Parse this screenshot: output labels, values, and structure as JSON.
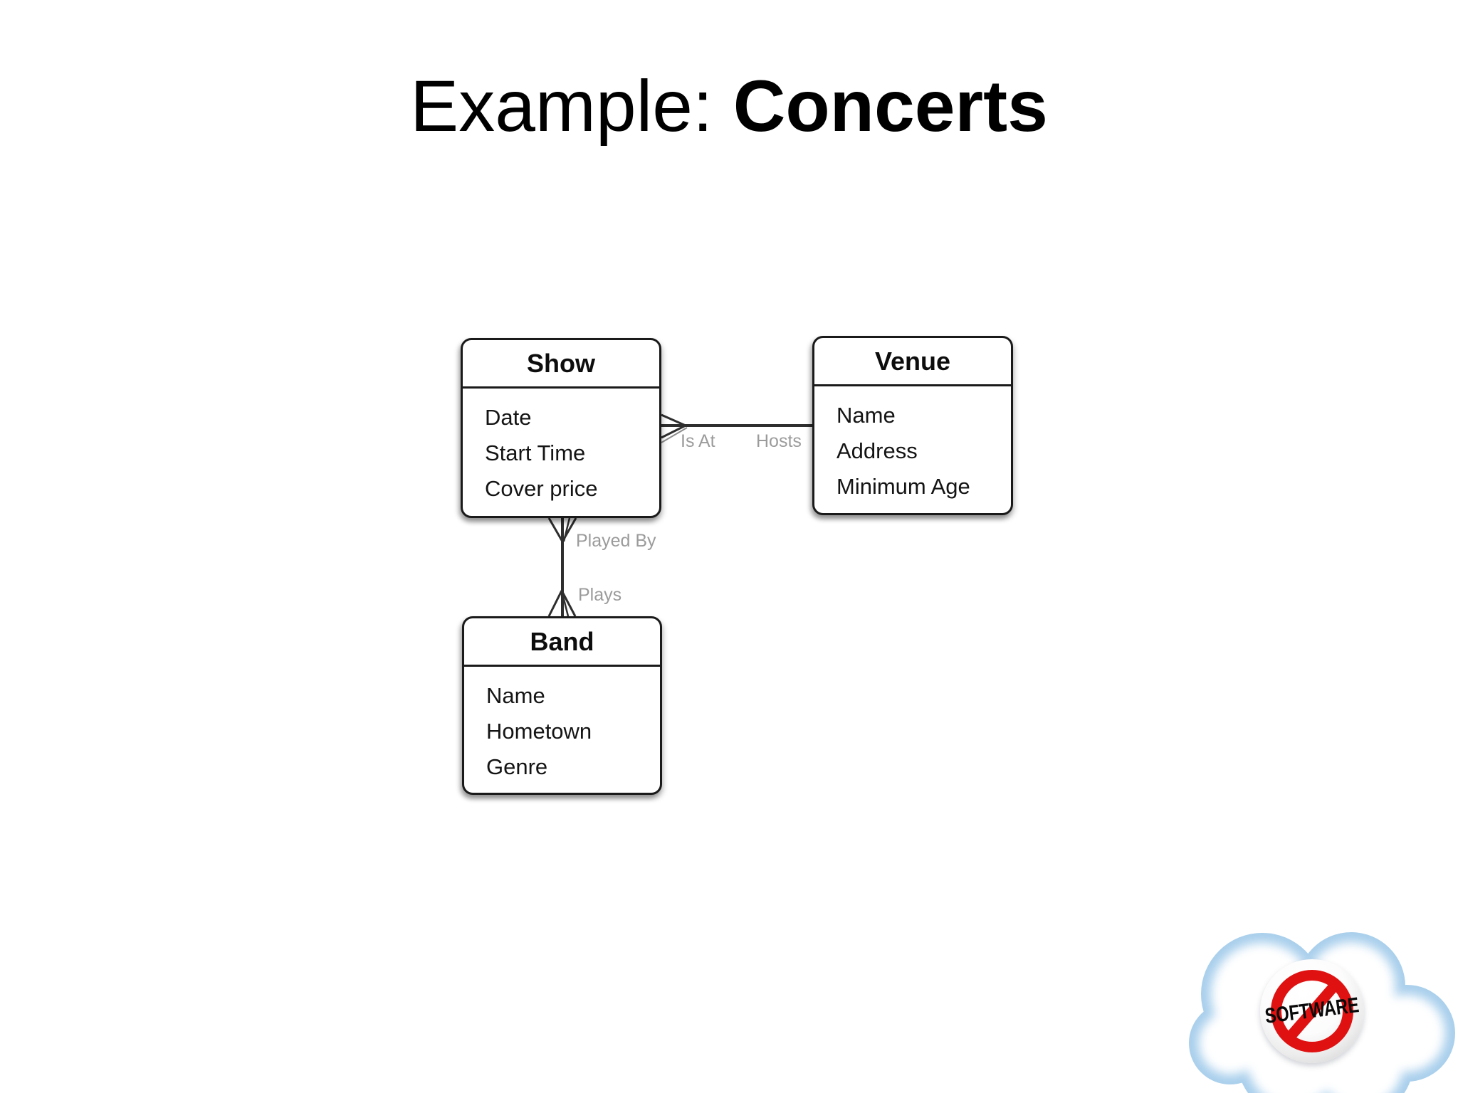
{
  "slide": {
    "title": {
      "prefix": "Example: ",
      "emphasis": "Concerts"
    }
  },
  "diagram": {
    "entities": [
      {
        "name": "Show",
        "attributes": [
          "Date",
          "Start Time",
          "Cover price"
        ]
      },
      {
        "name": "Venue",
        "attributes": [
          "Name",
          "Address",
          "Minimum Age"
        ]
      },
      {
        "name": "Band",
        "attributes": [
          "Name",
          "Hometown",
          "Genre"
        ]
      }
    ],
    "relationships": [
      {
        "from": "Show",
        "to": "Venue",
        "label_from": "Is At",
        "label_to": "Hosts",
        "cardinality": "many shows at one venue"
      },
      {
        "from": "Show",
        "to": "Band",
        "label_from": "Played By",
        "label_to": "Plays",
        "cardinality": "many to many"
      }
    ],
    "colors": {
      "box_border": "#1a1a1a",
      "line": "#2e2e2e",
      "label": "#9b9b9b"
    }
  },
  "logo": {
    "badge_text": "SOFTWARE",
    "cloud_color": "#a9cfec",
    "ring_color": "#df1111"
  }
}
